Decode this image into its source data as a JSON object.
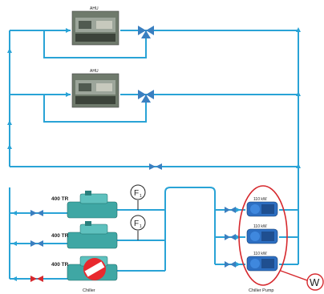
{
  "top_units": [
    {
      "label": "AHU"
    },
    {
      "label": "AHU"
    }
  ],
  "chillers": [
    {
      "label": "400 TR"
    },
    {
      "label": "400 TR"
    },
    {
      "label": "400 TR"
    }
  ],
  "pumps": [
    {
      "label": "110 kW"
    },
    {
      "label": "110 kW"
    },
    {
      "label": "110 kW"
    }
  ],
  "flow_meters": [
    {
      "symbol": "F",
      "sub": "1"
    },
    {
      "symbol": "F",
      "sub": "1"
    }
  ],
  "captions": {
    "chiller_group": "Chiller",
    "pump_group": "Chiller Pump"
  },
  "watt_meter": {
    "symbol": "W"
  },
  "colors": {
    "pipe": "#29a3d6",
    "valve": "#3a7fc0",
    "closed_valve": "#d6282d",
    "highlight": "#d6282d",
    "chiller_body": "#3fa7a4",
    "pump_body": "#2d6fc2"
  }
}
